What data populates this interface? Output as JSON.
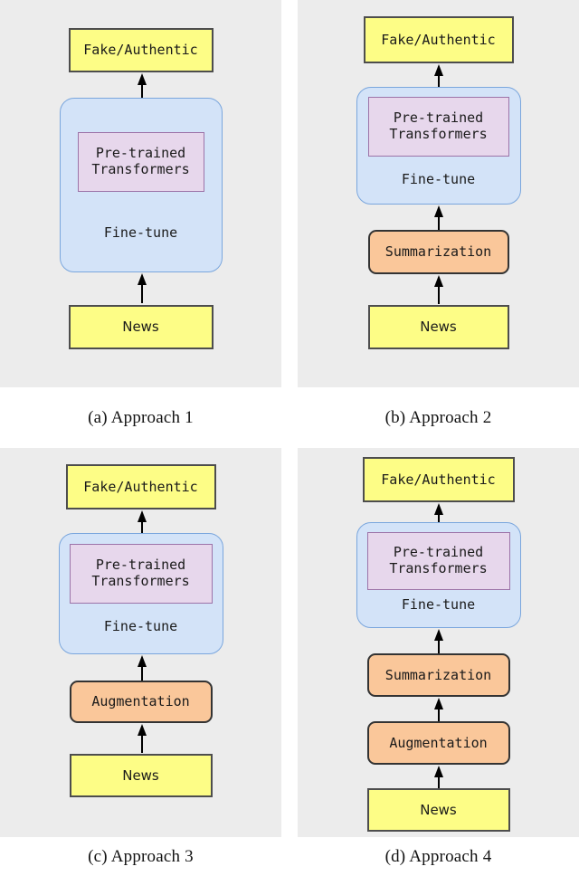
{
  "figure": {
    "background": "#ffffff",
    "panel_background": "#ececec",
    "colors": {
      "yellow_fill": "#fdfd86",
      "yellow_border": "#4d4d4d",
      "orange_fill": "#fac79a",
      "orange_border": "#333333",
      "blue_fill": "#d3e3f8",
      "blue_border": "#7aa6dd",
      "purple_fill": "#e7d7ec",
      "purple_border": "#9c73a8",
      "arrow": "#000000"
    },
    "panels": [
      {
        "id": "a",
        "caption": "(a) Approach 1",
        "output_label": "Fake/Authentic",
        "model_inner_label": "Pre-trained\nTransformers",
        "model_outer_label": "Fine-tune",
        "preprocessing": [],
        "input_label": "News"
      },
      {
        "id": "b",
        "caption": "(b) Approach 2",
        "output_label": "Fake/Authentic",
        "model_inner_label": "Pre-trained\nTransformers",
        "model_outer_label": "Fine-tune",
        "preprocessing": [
          "Summarization"
        ],
        "input_label": "News"
      },
      {
        "id": "c",
        "caption": "(c) Approach 3",
        "output_label": "Fake/Authentic",
        "model_inner_label": "Pre-trained\nTransformers",
        "model_outer_label": "Fine-tune",
        "preprocessing": [
          "Augmentation"
        ],
        "input_label": "News"
      },
      {
        "id": "d",
        "caption": "(d) Approach 4",
        "output_label": "Fake/Authentic",
        "model_inner_label": "Pre-trained\nTransformers",
        "model_outer_label": "Fine-tune",
        "preprocessing": [
          "Summarization",
          "Augmentation"
        ],
        "input_label": "News"
      }
    ]
  }
}
